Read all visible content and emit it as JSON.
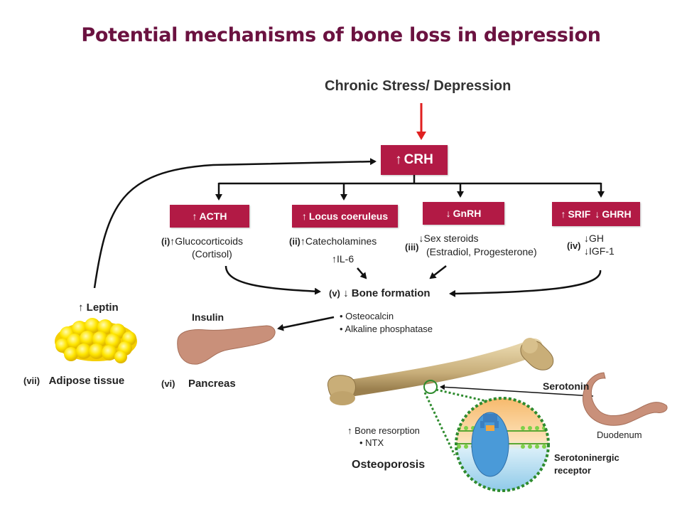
{
  "title": "Potential mechanisms of bone loss in depression",
  "top": {
    "stress": "Chronic Stress/ Depression",
    "crh": "CRH"
  },
  "boxes": {
    "acth": "ACTH",
    "locus": "Locus coeruleus",
    "gnrh": "GnRH",
    "srif": "SRIF",
    "ghrh": "GHRH"
  },
  "pathways": {
    "i": {
      "label": "(i)",
      "line1": "Glucocorticoids",
      "line2": "(Cortisol)"
    },
    "ii": {
      "label": "(ii)",
      "line1": "Catecholamines",
      "line2": "IL-6"
    },
    "iii": {
      "label": "(iii)",
      "line1": "Sex steroids",
      "line2": "(Estradiol, Progesterone)"
    },
    "iv": {
      "label": "(iv)",
      "line1": "GH",
      "line2": "IGF-1"
    }
  },
  "bone_formation": {
    "label": "(v)",
    "text": "Bone formation",
    "bullets": [
      "Osteocalcin",
      "Alkaline phosphatase"
    ]
  },
  "insulin": "Insulin",
  "leptin": "Leptin",
  "adipose": {
    "label": "(vii)",
    "text": "Adipose tissue"
  },
  "pancreas": {
    "label": "(vi)",
    "text": "Pancreas"
  },
  "serotonin": "Serotonin",
  "duodenum": "Duodenum",
  "resorption": {
    "text": "Bone resorption",
    "bullet": "NTX"
  },
  "osteoporosis": "Osteoporosis",
  "receptor": {
    "line1": "Serotoninergic",
    "line2": "receptor"
  },
  "colors": {
    "title": "#6b1240",
    "box": "#b21a45",
    "stress_arrow": "#e02020",
    "adipose": "#ffe600",
    "pancreas": "#c9907a",
    "bone": "#c8ae7a"
  },
  "icons": {
    "up": "up-arrow-icon",
    "down": "down-arrow-icon"
  }
}
